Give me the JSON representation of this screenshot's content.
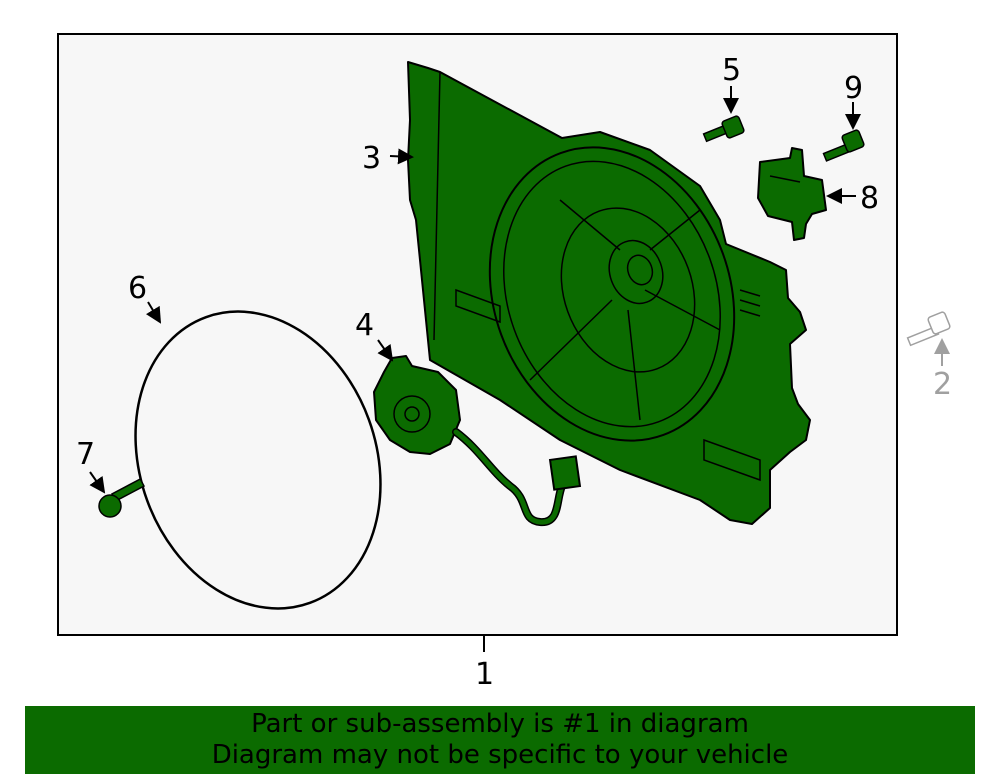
{
  "callouts": {
    "c1": "1",
    "c2": "2",
    "c3": "3",
    "c4": "4",
    "c5": "5",
    "c6": "6",
    "c7": "7",
    "c8": "8",
    "c9": "9"
  },
  "banner": {
    "line1": "Part or sub-assembly is #1 in diagram",
    "line2": "Diagram may not be specific to your vehicle"
  },
  "colors": {
    "part_fill": "#0b6b00",
    "banner_bg": "#0b6b00",
    "frame_bg": "#f7f7f7",
    "callout_grey": "#a0a0a0"
  }
}
